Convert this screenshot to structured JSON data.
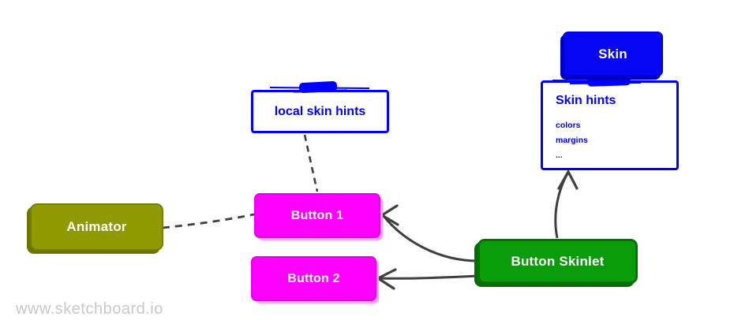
{
  "app": {
    "name": "sketchboard-diagram",
    "watermark": "www.sketchboard.io"
  },
  "colors": {
    "blue": "#0000ff",
    "magenta": "#ff00ff",
    "olive": "#8f9a00",
    "green": "#0a9c0a",
    "connector_gray": "#3f3f3f",
    "watermark_gray": "#c8c8c8",
    "background": "#ffffff"
  },
  "nodes": {
    "skin": {
      "label": "Skin",
      "shape": "filled-rect",
      "color": "#0606f2"
    },
    "skin_hints": {
      "title": "Skin hints",
      "items": [
        "colors",
        "margins",
        "..."
      ],
      "shape": "outlined-rect",
      "color": "#0000ff"
    },
    "local_skin_hints": {
      "label": "local skin hints",
      "shape": "outlined-rect",
      "color": "#0000ff"
    },
    "animator": {
      "label": "Animator",
      "shape": "filled-rect",
      "color": "#8f9a00"
    },
    "button1": {
      "label": "Button 1",
      "shape": "filled-rect",
      "color": "#ff00ff"
    },
    "button2": {
      "label": "Button 2",
      "shape": "filled-rect",
      "color": "#ff00ff"
    },
    "button_skinlet": {
      "label": "Button Skinlet",
      "shape": "filled-rect",
      "color": "#0a9c0a"
    }
  },
  "connectors": [
    {
      "from": "local_skin_hints",
      "to": "button1",
      "style": "dashed",
      "arrow": false
    },
    {
      "from": "animator",
      "to": "button1",
      "style": "dashed",
      "arrow": false
    },
    {
      "from": "button_skinlet",
      "to": "button1",
      "style": "solid-curve",
      "arrow": true
    },
    {
      "from": "button_skinlet",
      "to": "button2",
      "style": "solid",
      "arrow": true
    },
    {
      "from": "button_skinlet",
      "to": "skin_hints",
      "style": "solid-curve",
      "arrow": true
    }
  ]
}
